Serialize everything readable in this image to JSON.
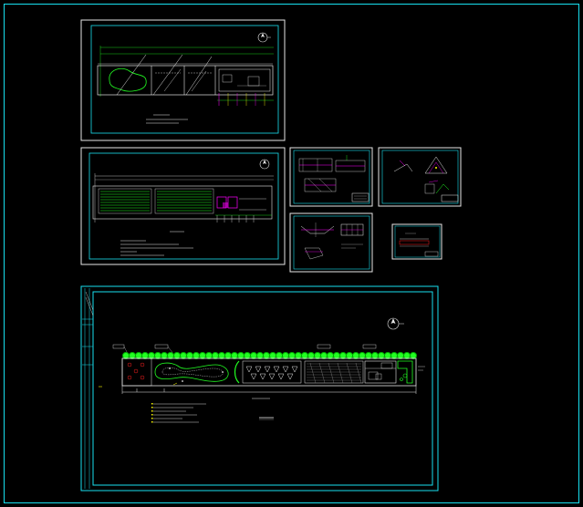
{
  "drawing": {
    "sheets": [
      {
        "id": "sheet-1"
      },
      {
        "id": "sheet-2"
      },
      {
        "id": "sheet-3"
      },
      {
        "id": "sheet-4"
      },
      {
        "id": "sheet-5"
      },
      {
        "id": "sheet-6"
      },
      {
        "id": "sheet-7"
      }
    ],
    "colors": {
      "background": "#000000",
      "frame_cyan": "#18e0f0",
      "frame_white": "#e6e6e6",
      "hedge_green": "#22ff22",
      "cad_magenta": "#ff00ff",
      "cad_yellow": "#ffff00",
      "cad_red": "#ff2020"
    },
    "icons": [
      "north-arrow-icon",
      "hedge-symbol-icon",
      "tree-symbol-icon"
    ]
  }
}
